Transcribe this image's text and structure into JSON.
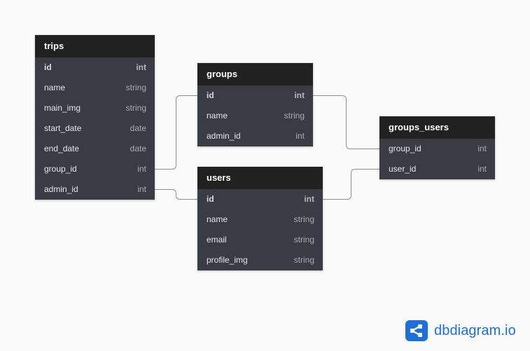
{
  "tables": {
    "trips": {
      "name": "trips",
      "fields": [
        {
          "name": "id",
          "type": "int"
        },
        {
          "name": "name",
          "type": "string"
        },
        {
          "name": "main_img",
          "type": "string"
        },
        {
          "name": "start_date",
          "type": "date"
        },
        {
          "name": "end_date",
          "type": "date"
        },
        {
          "name": "group_id",
          "type": "int"
        },
        {
          "name": "admin_id",
          "type": "int"
        }
      ]
    },
    "groups": {
      "name": "groups",
      "fields": [
        {
          "name": "id",
          "type": "int"
        },
        {
          "name": "name",
          "type": "string"
        },
        {
          "name": "admin_id",
          "type": "int"
        }
      ]
    },
    "users": {
      "name": "users",
      "fields": [
        {
          "name": "id",
          "type": "int"
        },
        {
          "name": "name",
          "type": "string"
        },
        {
          "name": "email",
          "type": "string"
        },
        {
          "name": "profile_img",
          "type": "string"
        }
      ]
    },
    "groups_users": {
      "name": "groups_users",
      "fields": [
        {
          "name": "group_id",
          "type": "int"
        },
        {
          "name": "user_id",
          "type": "int"
        }
      ]
    }
  },
  "relations": [
    {
      "from": "trips.group_id",
      "to": "groups.id"
    },
    {
      "from": "trips.admin_id",
      "to": "users.id"
    },
    {
      "from": "groups.id",
      "to": "groups_users.group_id"
    },
    {
      "from": "users.id",
      "to": "groups_users.user_id"
    }
  ],
  "brand": {
    "text": "dbdiagram.io",
    "icon": "share-nodes-icon",
    "color": "#1f6fd8"
  }
}
